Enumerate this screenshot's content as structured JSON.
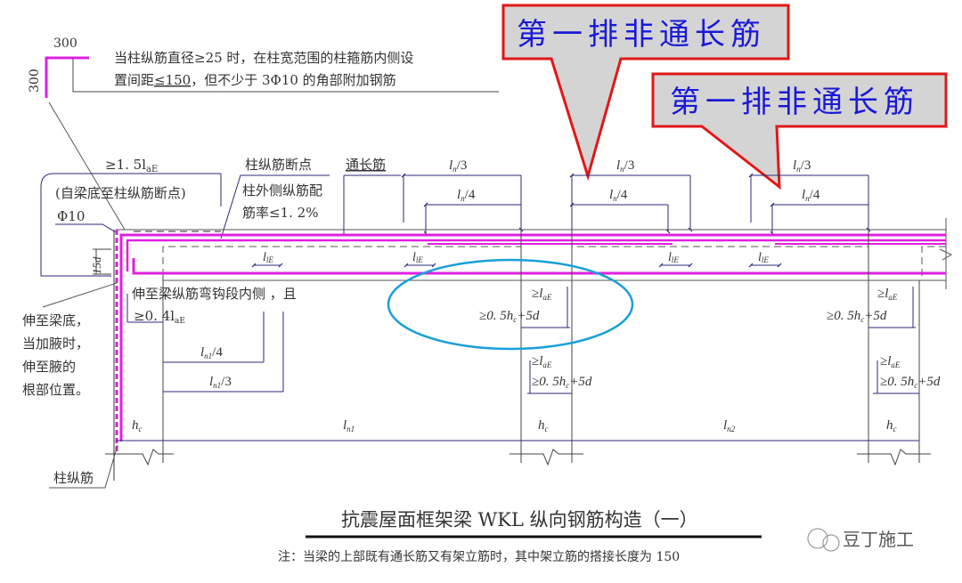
{
  "diagram": {
    "title": "抗震屋面框架梁 WKL 纵向钢筋构造（一）",
    "note": "注：当梁的上部既有通长筋又有架立筋时，其中架立筋的搭接长度为 150",
    "watermark": "豆丁施工",
    "colors": {
      "rebar": "#e020e0",
      "callout_border": "#e01818",
      "callout_fill": "#d4d4d4",
      "callout_text": "#1a1ad6",
      "ellipse": "#1aa0d8",
      "line": "#333333"
    },
    "callouts": [
      {
        "text": "第一排非通长筋"
      },
      {
        "text": "第一排非通长筋"
      }
    ],
    "corner_detail": {
      "dim_top": "300",
      "dim_side": "300",
      "note_line1": "当柱纵筋直径≥25 时，在柱宽范围的柱箍筋内侧设",
      "note_line2_a": "置间距",
      "note_line2_b": "≤150",
      "note_line2_c": "，但不少于 3Φ10 的角部附加钢筋"
    },
    "labels": {
      "la_15": "≥1. 5l",
      "la_15_sub": "aE",
      "from_beam_bottom": "(自梁底至柱纵筋断点)",
      "phi10": "Φ10",
      "col_bar_cutoff": "柱纵筋断点",
      "outer_ratio_1": "柱外侧纵筋配",
      "outer_ratio_2": "筋率≤1. 2%",
      "through_bar": "通长筋",
      "ln3": "l",
      "ln3_sub": "n",
      "ln3_tail": "/3",
      "ln4_tail": "/4",
      "lle": "l",
      "lle_sub": "lE",
      "d15": "15d",
      "hook_note": "伸至梁纵筋弯钩段内侧 ，且",
      "la04": "≥0. 4l",
      "la04_sub": "aE",
      "ln1_4": "l",
      "ln1_4_sub": "n1",
      "ln1_4_tail": "/4",
      "ln1_3_tail": "/3",
      "left_note": [
        "伸至梁底，",
        "当加腋时，",
        "伸至腋的",
        "根部位置。"
      ],
      "col_bar": "柱纵筋",
      "hc": "h",
      "hc_sub": "c",
      "ln1": "l",
      "ln1_sub": "n1",
      "ln2": "l",
      "ln2_sub": "n2",
      "ge_lae": "≥l",
      "ge_lae_sub": "aE",
      "ge_05hc": "≥0. 5h",
      "ge_05hc_sub": "c",
      "ge_05hc_tail": "+5d"
    }
  }
}
